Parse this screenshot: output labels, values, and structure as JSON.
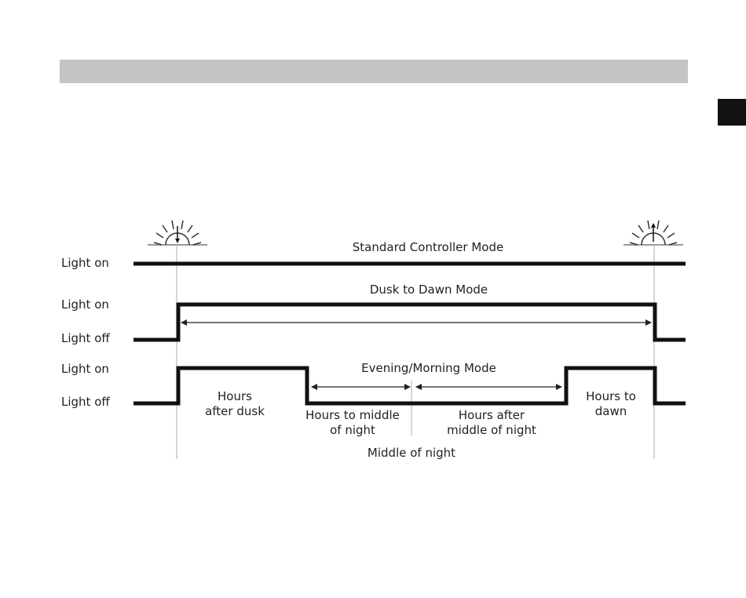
{
  "labels": {
    "light_on": "Light on",
    "light_off": "Light off"
  },
  "modes": {
    "standard": "Standard Controller Mode",
    "dusk_to_dawn": "Dusk to Dawn Mode",
    "evening_morning": "Evening/Morning Mode"
  },
  "segments": {
    "hours_after_dusk_1": "Hours",
    "hours_after_dusk_2": "after dusk",
    "hours_to_middle_1": "Hours to middle",
    "hours_to_middle_2": "of night",
    "hours_after_middle_1": "Hours after",
    "hours_after_middle_2": "middle of night",
    "hours_to_dawn_1": "Hours to",
    "hours_to_dawn_2": "dawn",
    "middle_of_night": "Middle of night"
  },
  "icons": {
    "dusk": "sunset-icon",
    "dawn": "sunrise-icon"
  },
  "colors": {
    "line": "#111111",
    "header_bar": "#c4c4c4",
    "side_tab": "#111111",
    "guide": "#bbbbbb"
  }
}
